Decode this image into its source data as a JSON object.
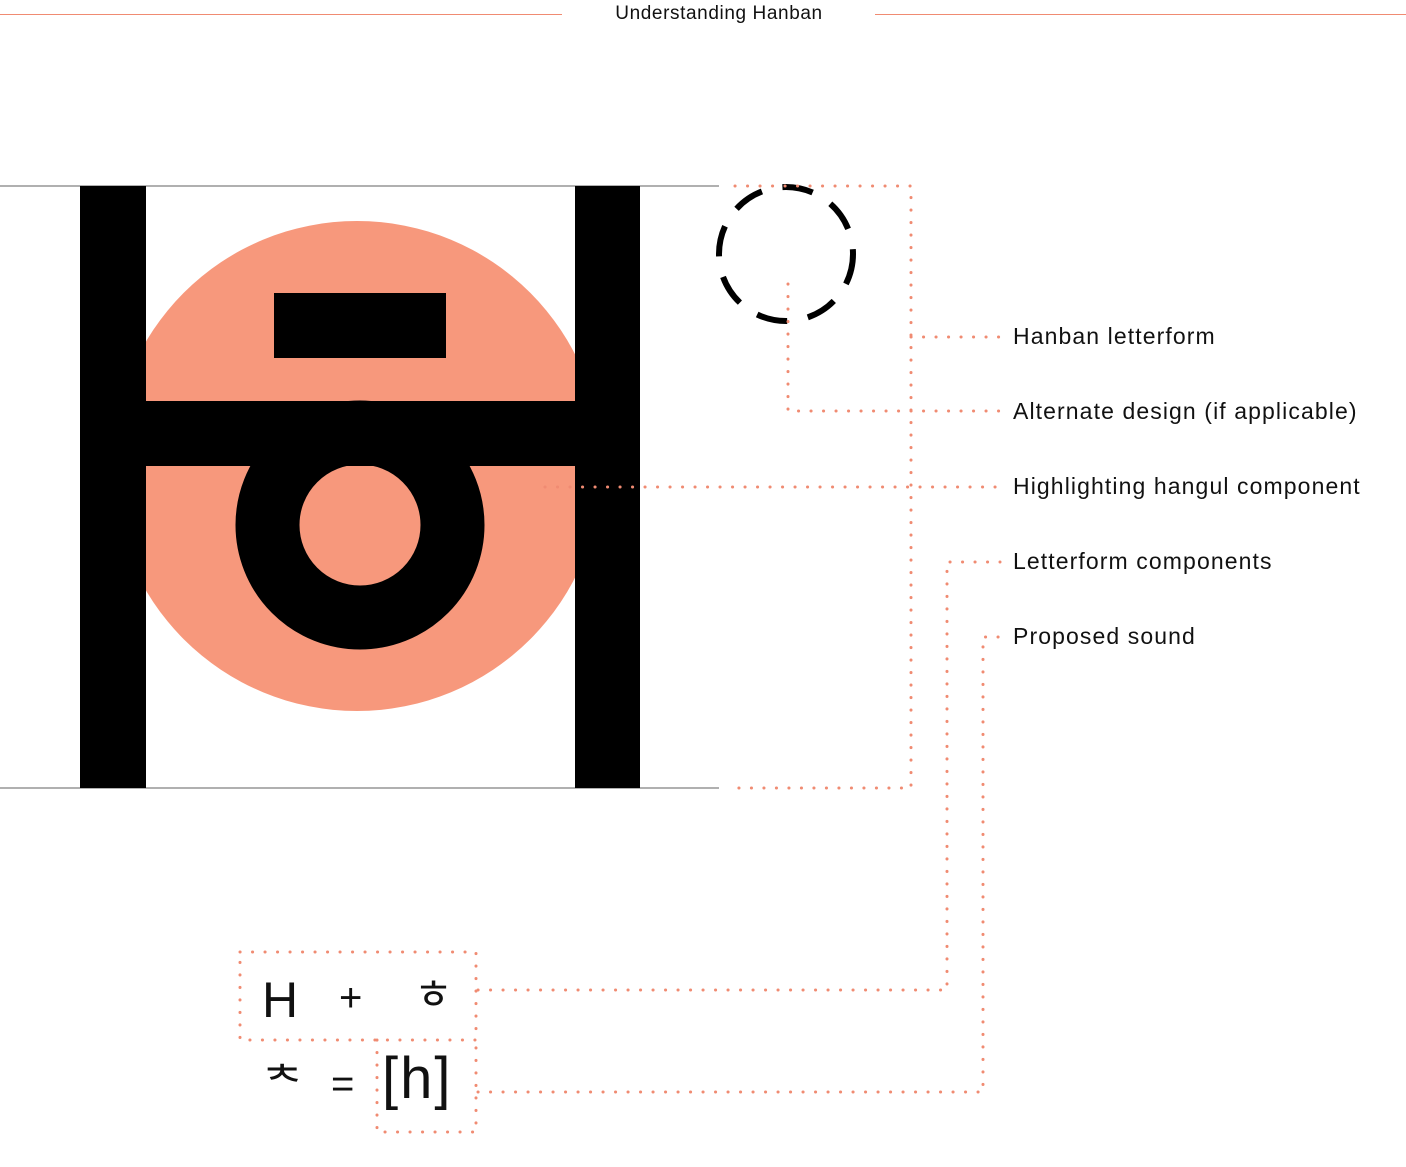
{
  "title": "Understanding Hanban",
  "legend": {
    "hanban_letterform": "Hanban letterform",
    "alternate_design": "Alternate design (if applicable)",
    "highlighting_component": "Highlighting hangul component",
    "letterform_components": "Letterform components",
    "proposed_sound": "Proposed sound"
  },
  "formula": {
    "component_1": "H",
    "plus": "+",
    "component_2": "ㅎ",
    "hanban_glyph": "ᅕ",
    "equals": "=",
    "sound": "[h]"
  },
  "colors": {
    "accent": "#f08b72",
    "highlight_fill": "#f7987c",
    "glyph": "#000000",
    "guide_line": "#808080"
  }
}
